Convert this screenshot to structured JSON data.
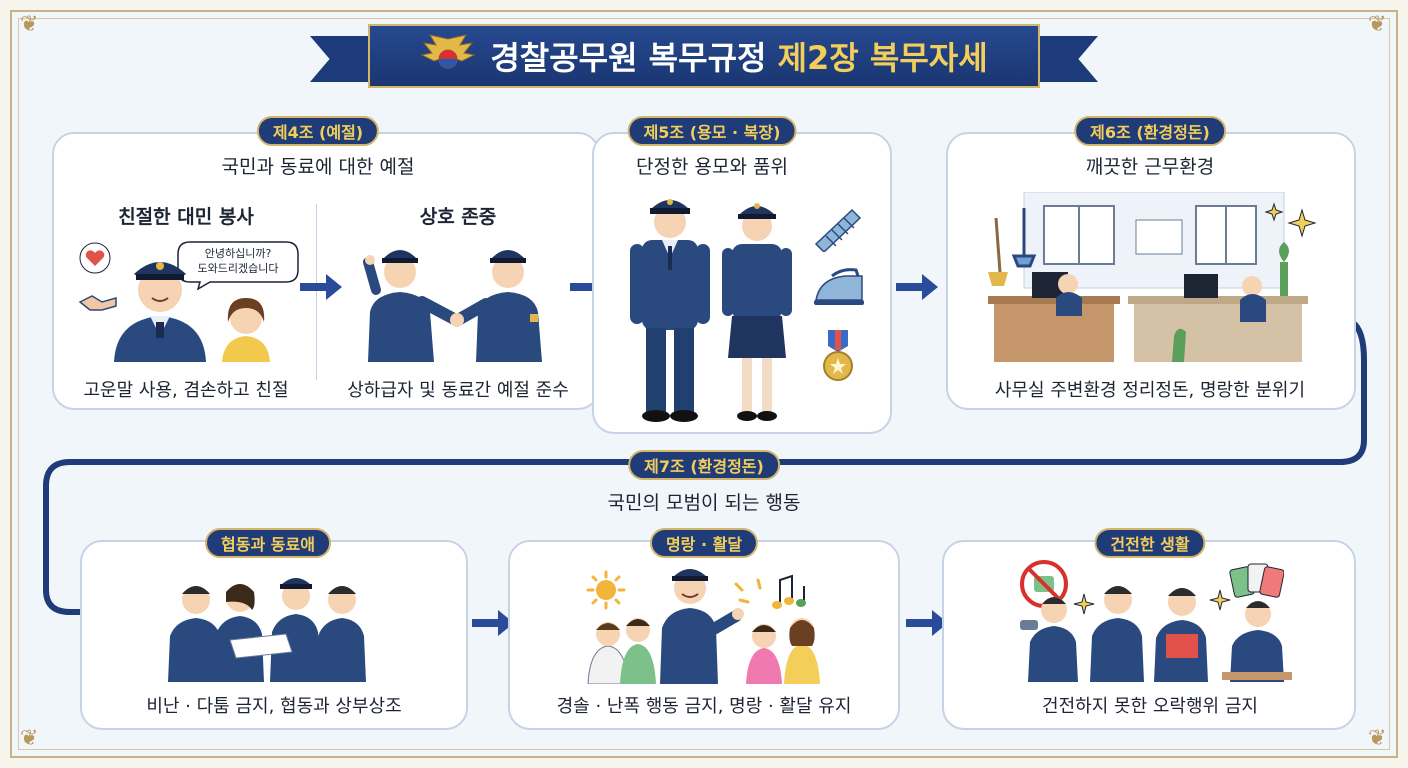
{
  "title": {
    "main": "경찰공무원 복무규정",
    "highlight": "제2장 복무자세"
  },
  "article4": {
    "tag": "제4조 (예절)",
    "heading": "국민과 동료에 대한 예절",
    "left": {
      "title": "친절한 대민 봉사",
      "speech": [
        "안녕하십니까?",
        "도와드리겠습니다"
      ],
      "caption": "고운말 사용, 겸손하고 친절"
    },
    "right": {
      "title": "상호 존중",
      "caption": "상하급자 및 동료간 예절 준수"
    }
  },
  "article5": {
    "tag": "제5조 (용모 · 복장)",
    "heading": "단정한 용모와 품위"
  },
  "article6": {
    "tag": "제6조 (환경정돈)",
    "heading": "깨끗한 근무환경",
    "caption": "사무실 주변환경 정리정돈, 명랑한 분위기"
  },
  "article7": {
    "tag": "제7조 (환경정돈)",
    "heading": "국민의 모범이 되는 행동",
    "cards": [
      {
        "tag": "협동과 동료애",
        "caption": "비난 · 다툼 금지, 협동과 상부상조"
      },
      {
        "tag": "명랑 · 활달",
        "caption": "경솔 · 난폭 행동 금지, 명랑 · 활달 유지"
      },
      {
        "tag": "건전한 생활",
        "caption": "건전하지 못한 오락행위 금지"
      }
    ]
  },
  "icons": {
    "emblem": "police-emblem-icon",
    "flow_arrow": "right-arrow-icon",
    "heart": "heart-icon",
    "comb": "comb-icon",
    "iron": "iron-icon",
    "medal": "medal-icon",
    "sun": "sun-icon",
    "music": "music-note-icon",
    "no_gambling": "prohibited-gambling-icon",
    "sparkle": "sparkle-icon"
  },
  "colors": {
    "navy": "#1f3b78",
    "gold": "#f3cf5a",
    "card_border": "#c6d2e6",
    "uniform": "#2a4a7f"
  }
}
